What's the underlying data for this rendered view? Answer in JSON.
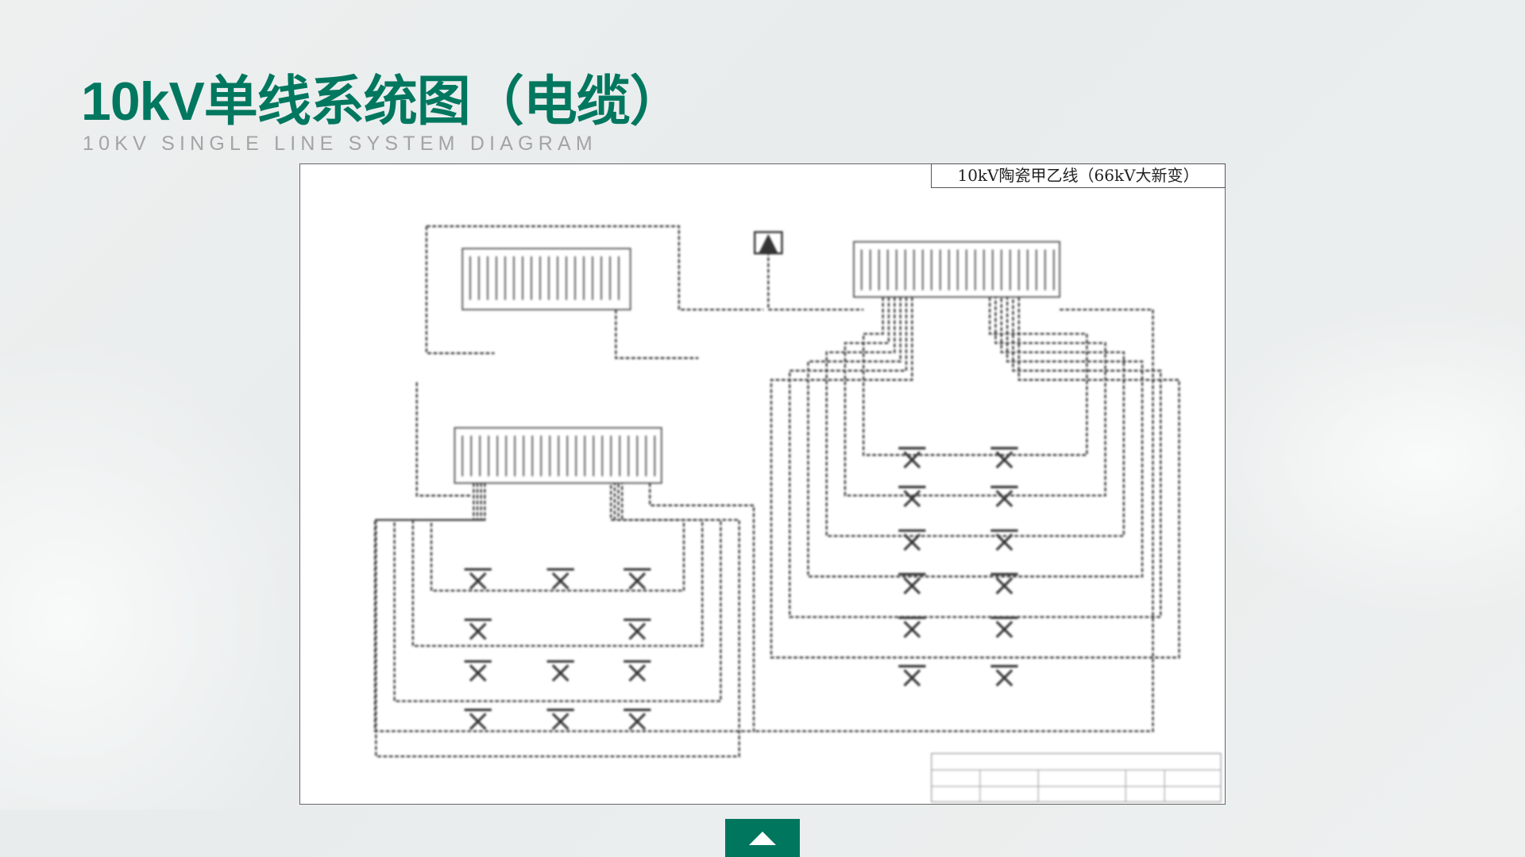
{
  "slide": {
    "title": "10kV单线系统图（电缆）",
    "subtitle": "10KV SINGLE LINE SYSTEM DIAGRAM"
  },
  "diagram": {
    "line_label": "10kV陶瓷甲乙线（66kV大新变）"
  },
  "navigation": {
    "scroll_up_icon": "triangle-up-icon"
  },
  "colors": {
    "accent": "#00775f",
    "subtitle": "#a2a4a5"
  }
}
